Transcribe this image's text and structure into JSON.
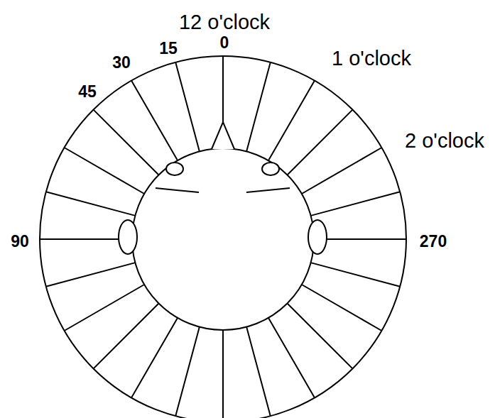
{
  "diagram": {
    "labels": [
      "12 o'clock",
      "15",
      "0",
      "30",
      "1 o'clock",
      "45",
      "2 o'clock",
      "90",
      "270"
    ]
  }
}
